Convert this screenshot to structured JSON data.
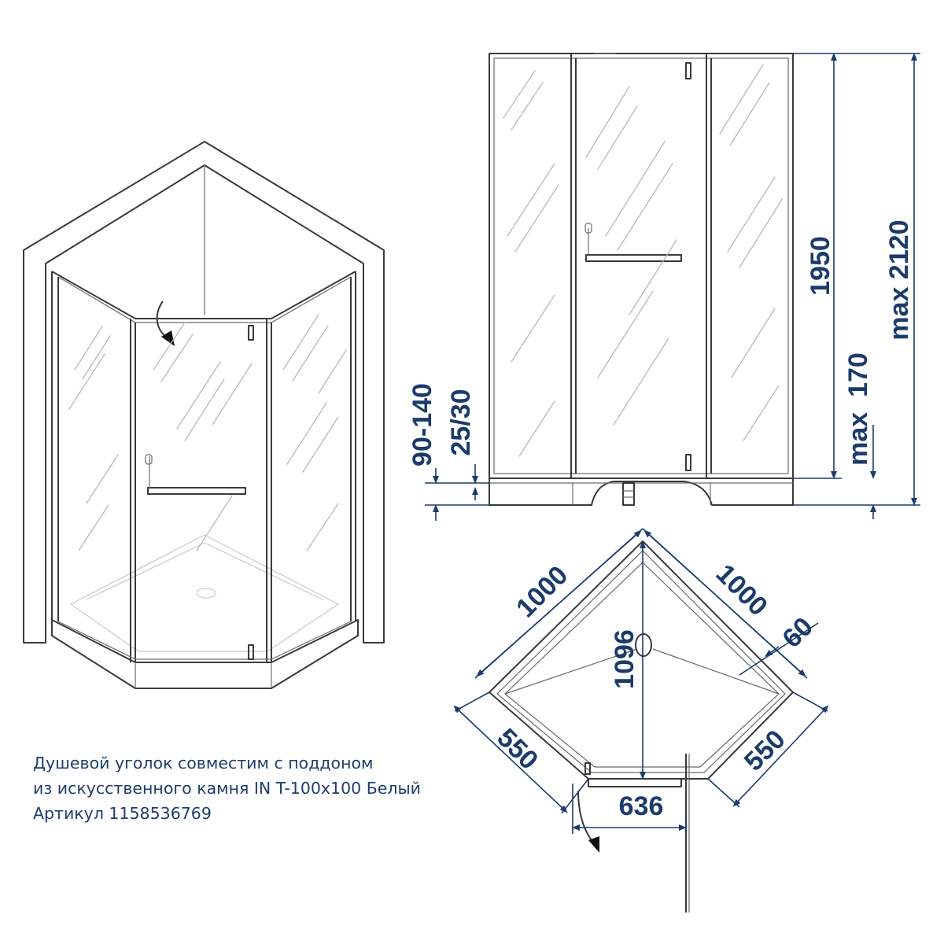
{
  "dimensions": {
    "height_1950": "1950",
    "max_2120": "max 2120",
    "max_170": "max  170",
    "range_90_140": "90-140",
    "range_25_30": "25/30",
    "side_1000_left": "1000",
    "side_1000_right": "1000",
    "depth_1096": "1096",
    "gap_60": "60",
    "side_550_left": "550",
    "side_550_right": "550",
    "door_636": "636"
  },
  "caption": {
    "line1": "Душевой уголок совместим с поддоном",
    "line2": "из искусственного камня IN T-100x100 Белый",
    "line3": "Артикул 1158536769"
  },
  "colors": {
    "dimension": "#1b3b6b",
    "caption": "#1f3d6e",
    "outline": "#3a3a3a"
  }
}
